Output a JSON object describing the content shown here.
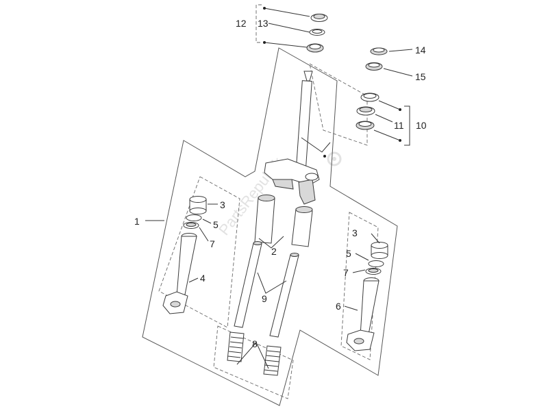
{
  "labels": {
    "l1": "1",
    "l2": "2",
    "l3a": "3",
    "l3b": "3",
    "l4": "4",
    "l5a": "5",
    "l5b": "5",
    "l6": "6",
    "l7a": "7",
    "l7b": "7",
    "l8": "8",
    "l9": "9",
    "l10": "10",
    "l11": "11",
    "l12": "12",
    "l13": "13",
    "l14": "14",
    "l15": "15"
  },
  "watermark": "PartsRepublik"
}
